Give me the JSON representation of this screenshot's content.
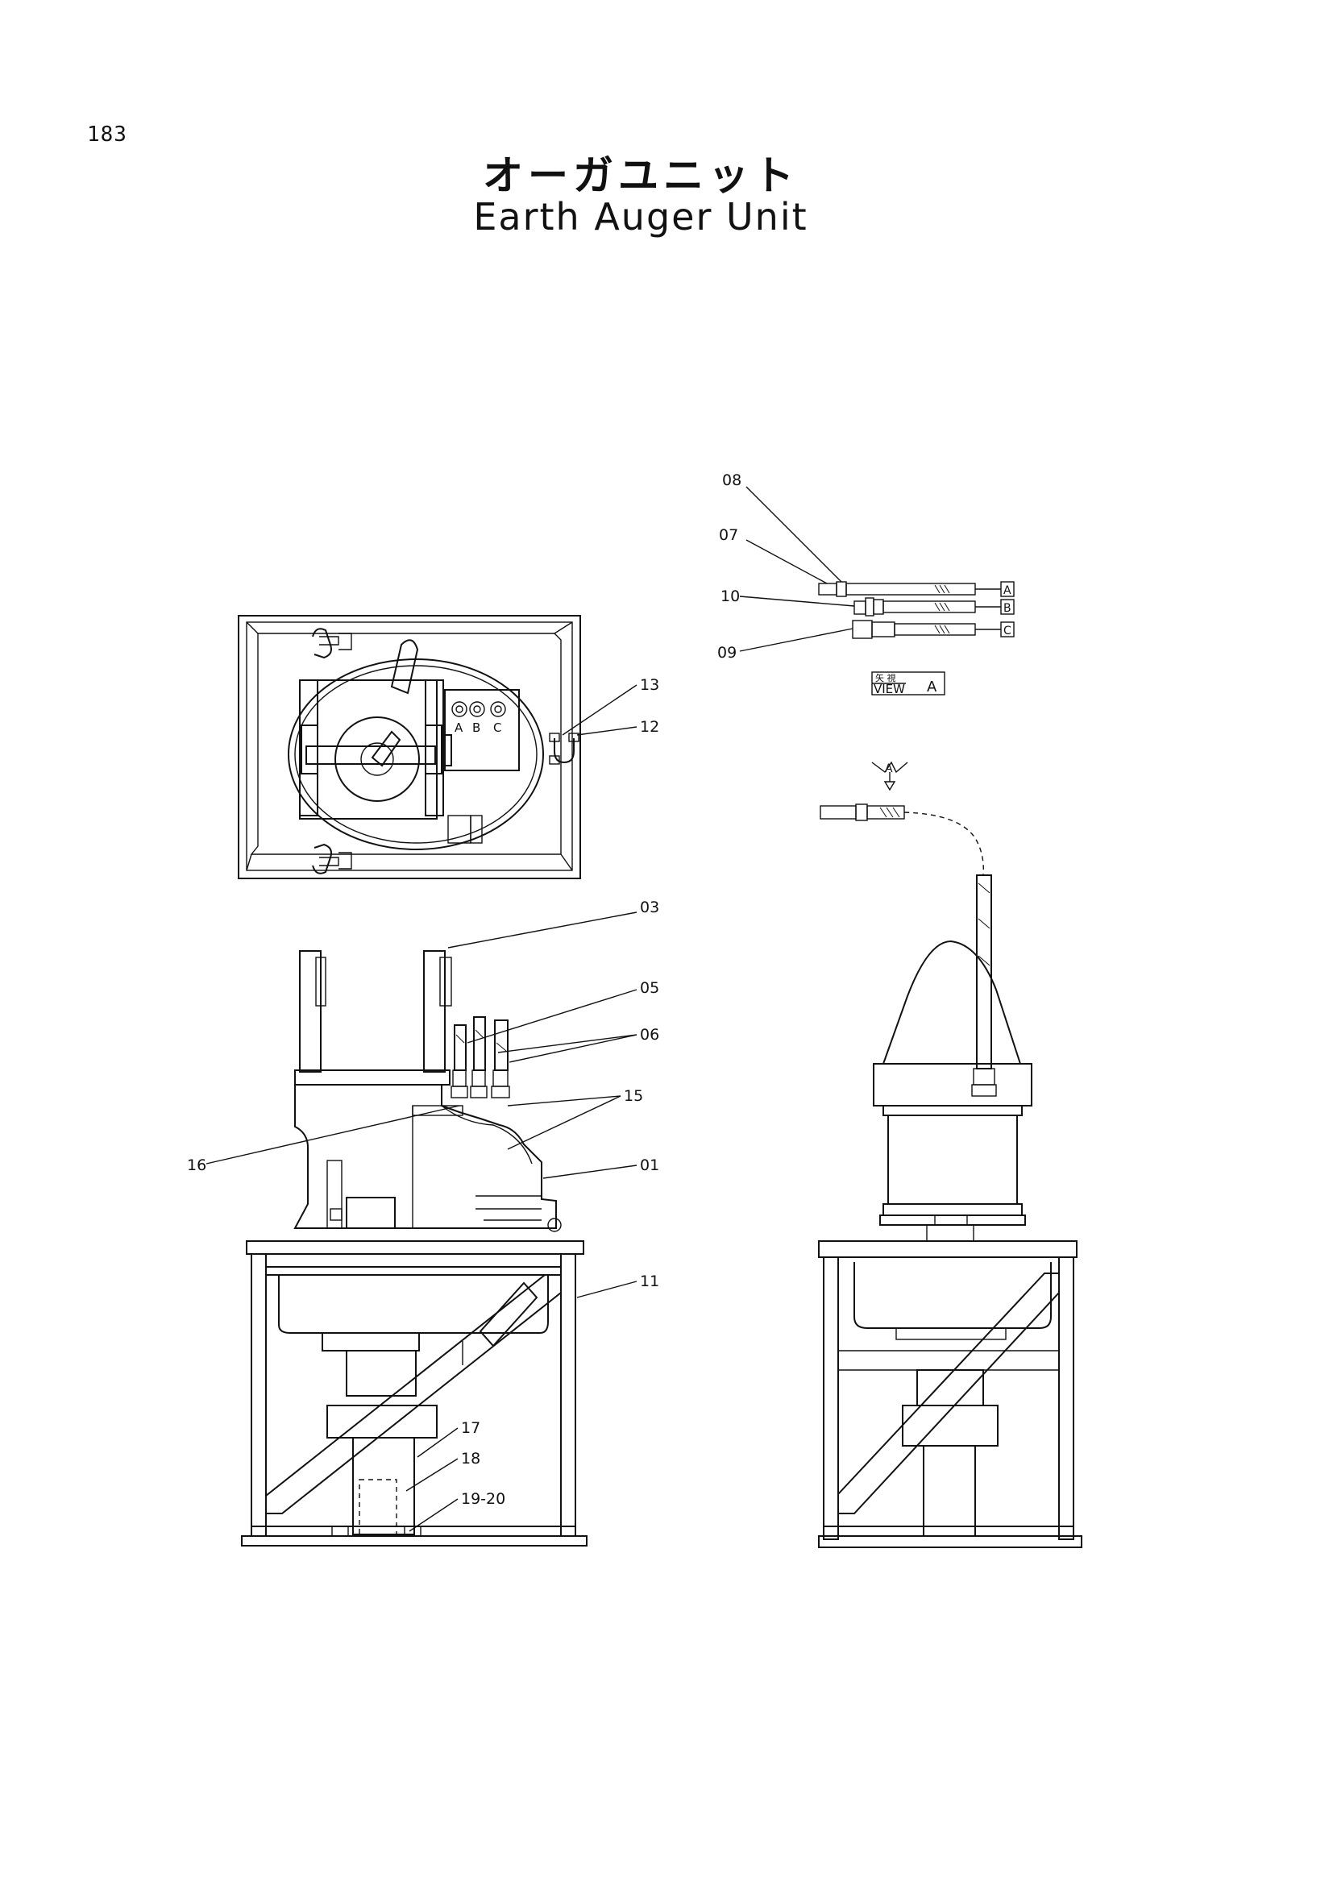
{
  "page": {
    "number": "183"
  },
  "title": {
    "japanese": "オーガユニット",
    "english": "Earth Auger Unit"
  },
  "view_a": {
    "kanji": "矢 視",
    "label": "VIEW",
    "letter": "A",
    "arrow_letter": "A"
  },
  "ports": [
    "A",
    "B",
    "C"
  ],
  "hose_tags": [
    "A",
    "B",
    "C"
  ],
  "callouts": {
    "c08": "08",
    "c07": "07",
    "c10": "10",
    "c09": "09",
    "c13": "13",
    "c12": "12",
    "c03": "03",
    "c05": "05",
    "c06": "06",
    "c15": "15",
    "c16": "16",
    "c01": "01",
    "c11": "11",
    "c17": "17",
    "c18": "18",
    "c1920": "19-20"
  }
}
